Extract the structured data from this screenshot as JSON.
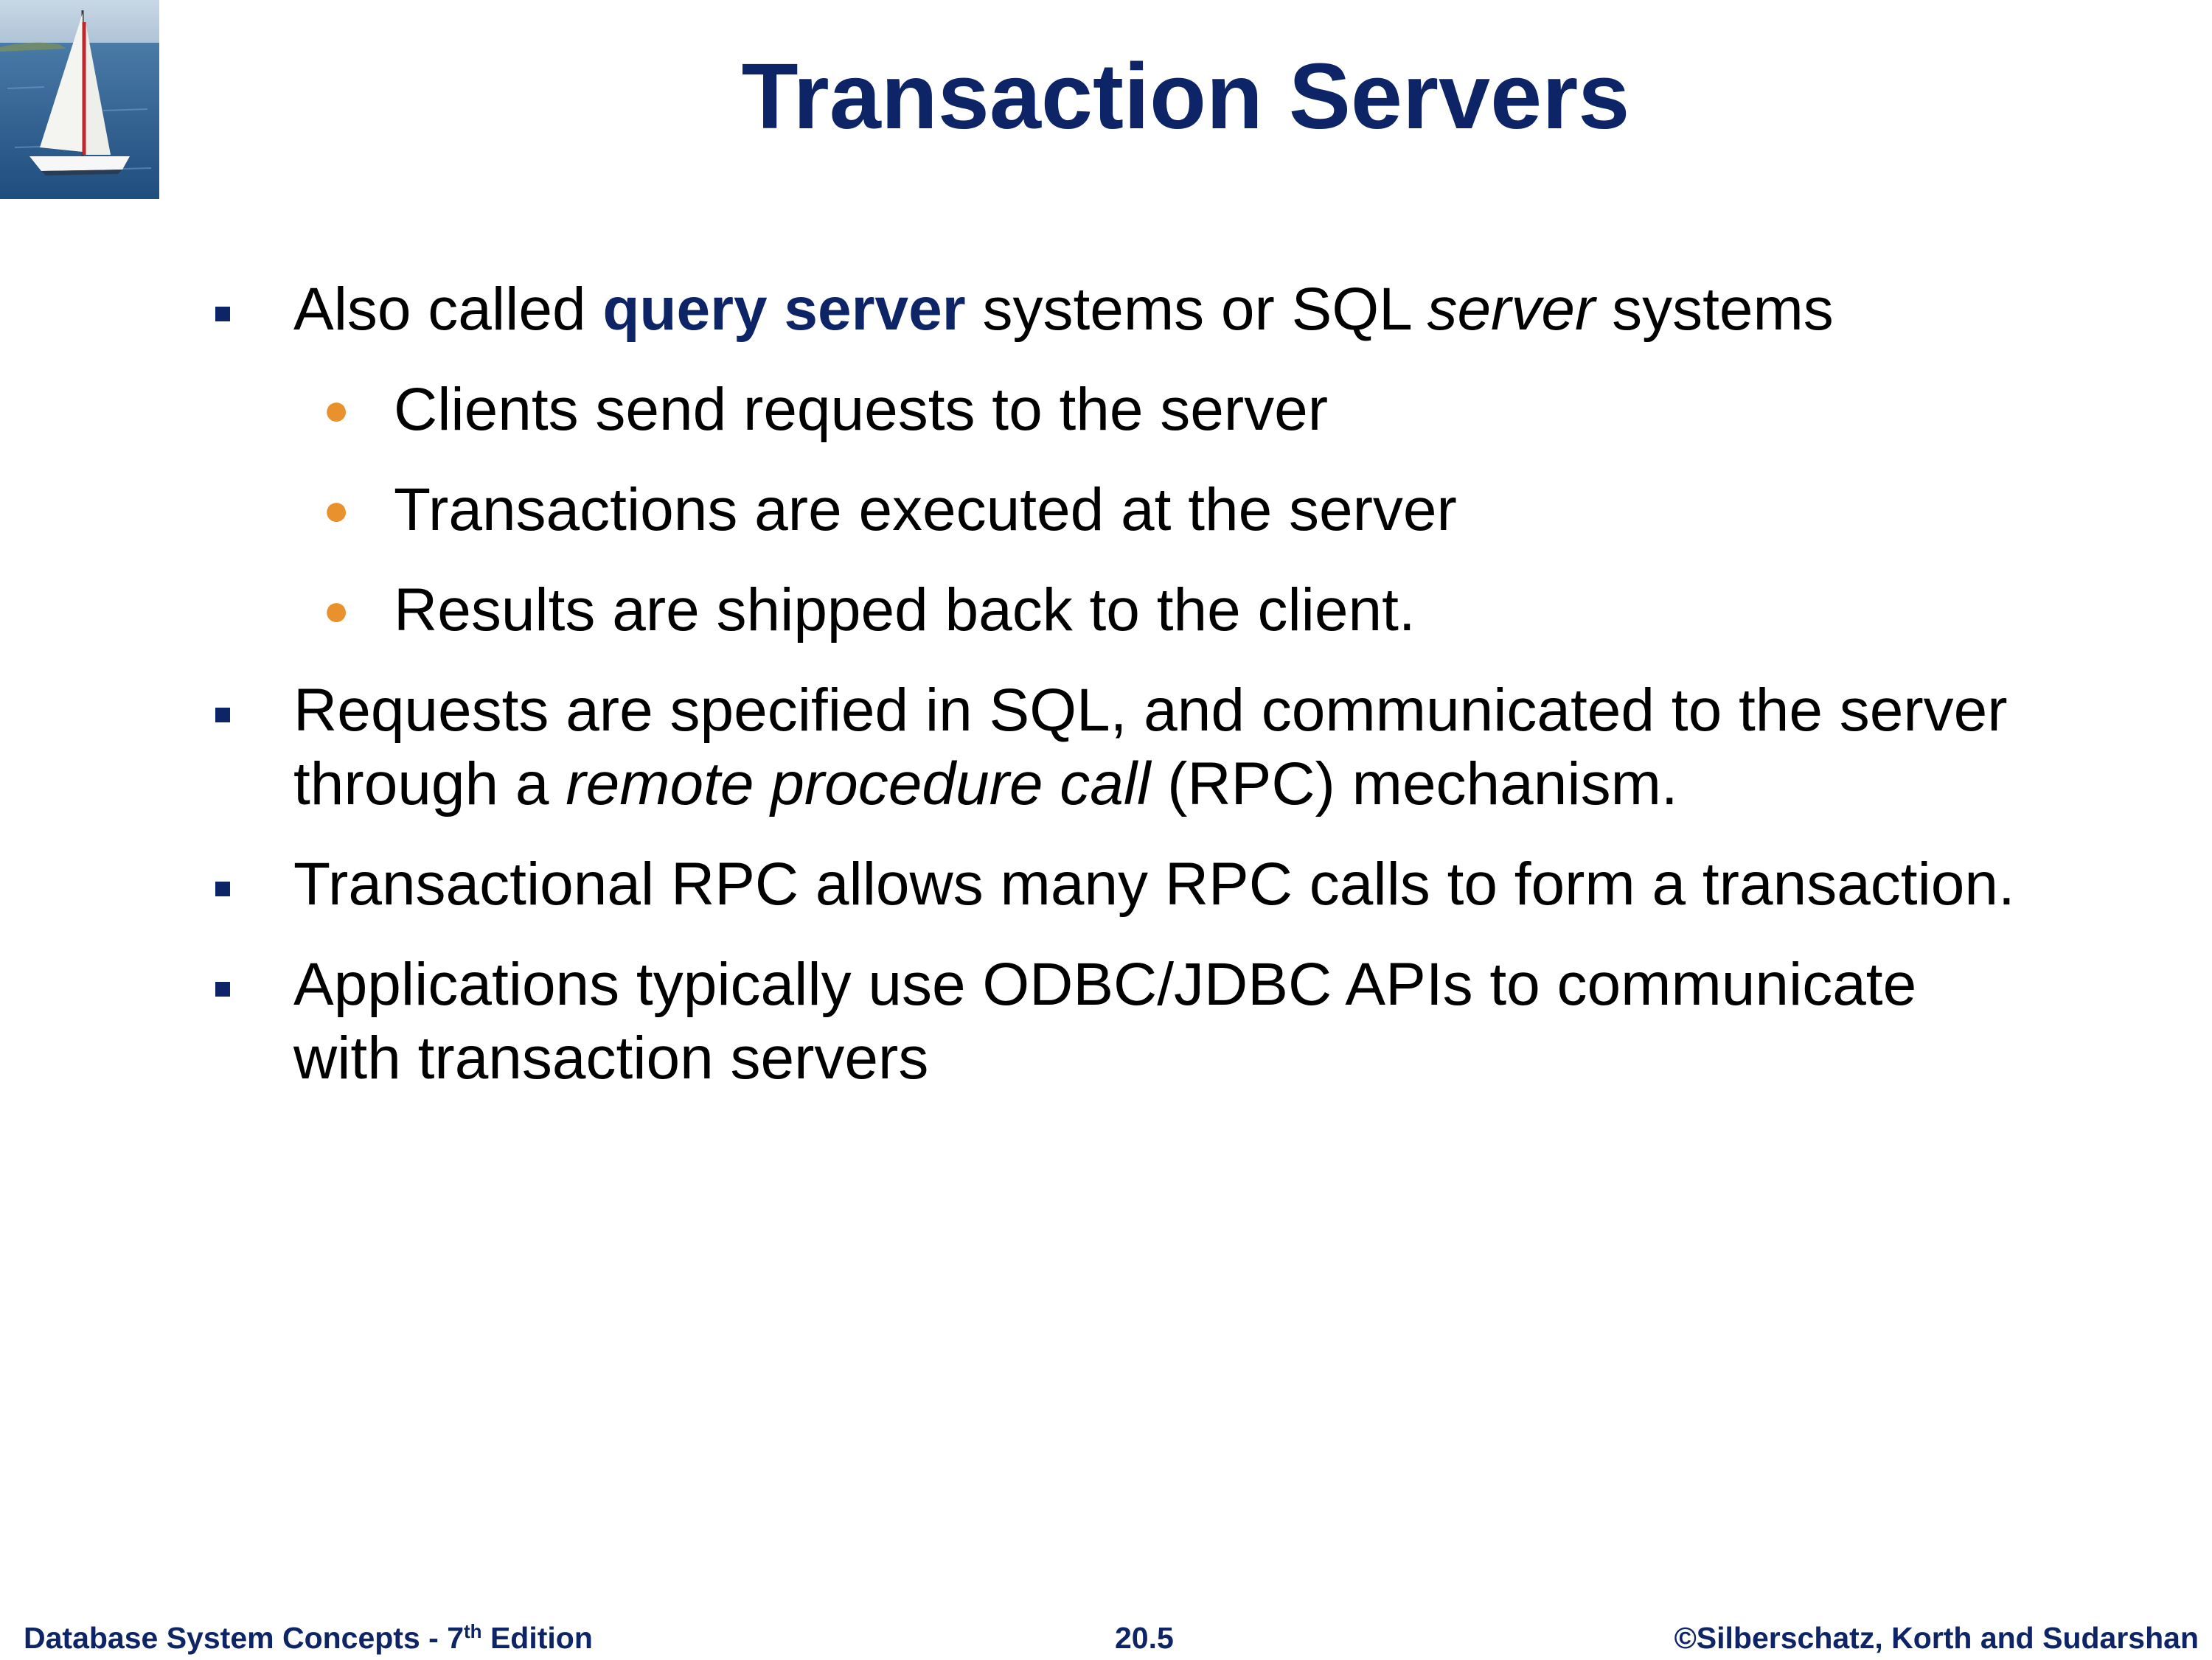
{
  "slide": {
    "title": "Transaction Servers",
    "bullets": [
      {
        "runs": [
          {
            "text": "Also called ",
            "style": "plain"
          },
          {
            "text": "query server",
            "style": "keyword"
          },
          {
            "text": " systems or SQL ",
            "style": "plain"
          },
          {
            "text": "server",
            "style": "italic"
          },
          {
            "text": " systems",
            "style": "plain"
          }
        ],
        "subbullets": [
          "Clients send requests to the server",
          "Transactions are executed at the server",
          "Results are shipped back to the client."
        ]
      },
      {
        "runs": [
          {
            "text": "Requests are specified in SQL, and communicated to the server through a ",
            "style": "plain"
          },
          {
            "text": "remote procedure call",
            "style": "italic"
          },
          {
            "text": " (RPC) mechanism.",
            "style": "plain"
          }
        ]
      },
      {
        "runs": [
          {
            "text": "Transactional RPC allows many RPC calls to form a transaction.",
            "style": "plain"
          }
        ]
      },
      {
        "runs": [
          {
            "text": "Applications typically use ODBC/JDBC APIs to communicate with transaction servers",
            "style": "plain"
          }
        ]
      }
    ]
  },
  "footer": {
    "left_prefix": "Database System Concepts - 7",
    "left_sup": "th",
    "left_suffix": " Edition",
    "page": "20.5",
    "right": "©Silberschatz, Korth and Sudarshan"
  },
  "colors": {
    "title": "#0d2466",
    "square_bullet": "#0d2466",
    "sub_bullet": "#e8912d"
  },
  "icons": {
    "logo": "sailboat-logo",
    "level1_bullet": "square-bullet",
    "level2_bullet": "dot-bullet"
  }
}
